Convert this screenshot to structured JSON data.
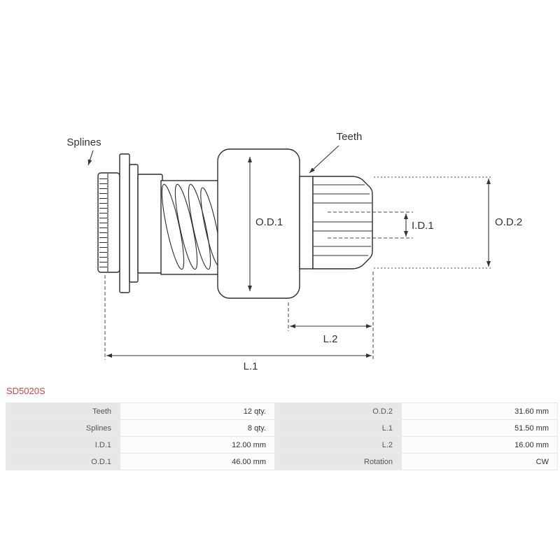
{
  "part_number": "SD5020S",
  "colors": {
    "part_number_text": "#d9453c",
    "table_label_bg": "#e7e7e7",
    "table_value_bg": "#fbfbfb",
    "line_color": "#2b2b2b"
  },
  "diagram": {
    "labels": {
      "splines": "Splines",
      "teeth": "Teeth",
      "od1": "O.D.1",
      "id1": "I.D.1",
      "od2": "O.D.2",
      "l1": "L.1",
      "l2": "L.2"
    }
  },
  "table": {
    "rows": [
      {
        "label1": "Teeth",
        "value1": "12 qty.",
        "label2": "O.D.2",
        "value2": "31.60 mm"
      },
      {
        "label1": "Splines",
        "value1": "8 qty.",
        "label2": "L.1",
        "value2": "51.50 mm"
      },
      {
        "label1": "I.D.1",
        "value1": "12.00 mm",
        "label2": "L.2",
        "value2": "16.00 mm"
      },
      {
        "label1": "O.D.1",
        "value1": "46.00 mm",
        "label2": "Rotation",
        "value2": "CW"
      }
    ]
  }
}
